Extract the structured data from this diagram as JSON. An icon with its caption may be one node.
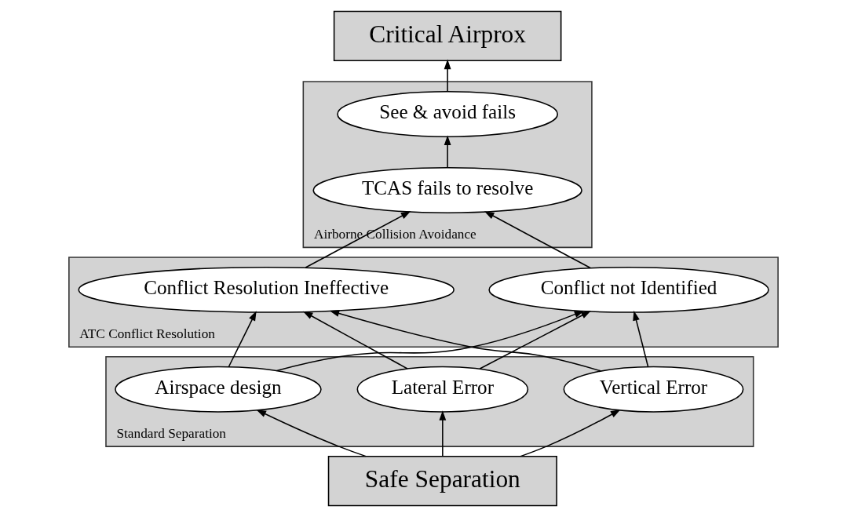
{
  "diagram": {
    "nodes": [
      {
        "text": [
          "Critical Airprox"
        ]
      },
      {
        "text": [
          "Airborne Collision Avoidance"
        ]
      },
      {
        "text": [
          "See & avoid fails"
        ],
        "in": 1
      },
      {
        "text": [
          "TCAS fails to resolve"
        ],
        "in": 1
      },
      {
        "text": [
          "ATC Conflict Resolution"
        ]
      },
      {
        "text": [
          "Conflict not Identified"
        ],
        "in": 4
      },
      {
        "text": [
          "Conflict Resolution Ineffective"
        ],
        "in": 4
      },
      {
        "text": [
          "Standard Separation"
        ]
      },
      {
        "text": [
          "Lateral Error"
        ],
        "in": 7
      },
      {
        "text": [
          "Airspace design"
        ],
        "in": 7
      },
      {
        "text": [
          "Vertical Error"
        ],
        "in": 7
      },
      {
        "text": [
          "Safe Separation"
        ]
      }
    ],
    "edges": [
      {
        "from": 11,
        "to": 8,
        "arrow": "to"
      },
      {
        "from": 11,
        "to": 9,
        "arrow": "to"
      },
      {
        "from": 11,
        "to": 10,
        "arrow": "to"
      },
      {
        "from": 8,
        "to": 5,
        "arrow": "to"
      },
      {
        "from": 8,
        "to": 6,
        "arrow": "to"
      },
      {
        "from": 9,
        "to": 5,
        "arrow": "to"
      },
      {
        "from": 9,
        "to": 6,
        "arrow": "to"
      },
      {
        "from": 10,
        "to": 5,
        "arrow": "to"
      },
      {
        "from": 10,
        "to": 6,
        "arrow": "to"
      },
      {
        "from": 5,
        "to": 3,
        "arrow": "to"
      },
      {
        "from": 6,
        "to": 3,
        "arrow": "to"
      },
      {
        "from": 3,
        "to": 2,
        "arrow": "to"
      },
      {
        "from": 2,
        "to": 0,
        "arrow": "to"
      }
    ]
  }
}
